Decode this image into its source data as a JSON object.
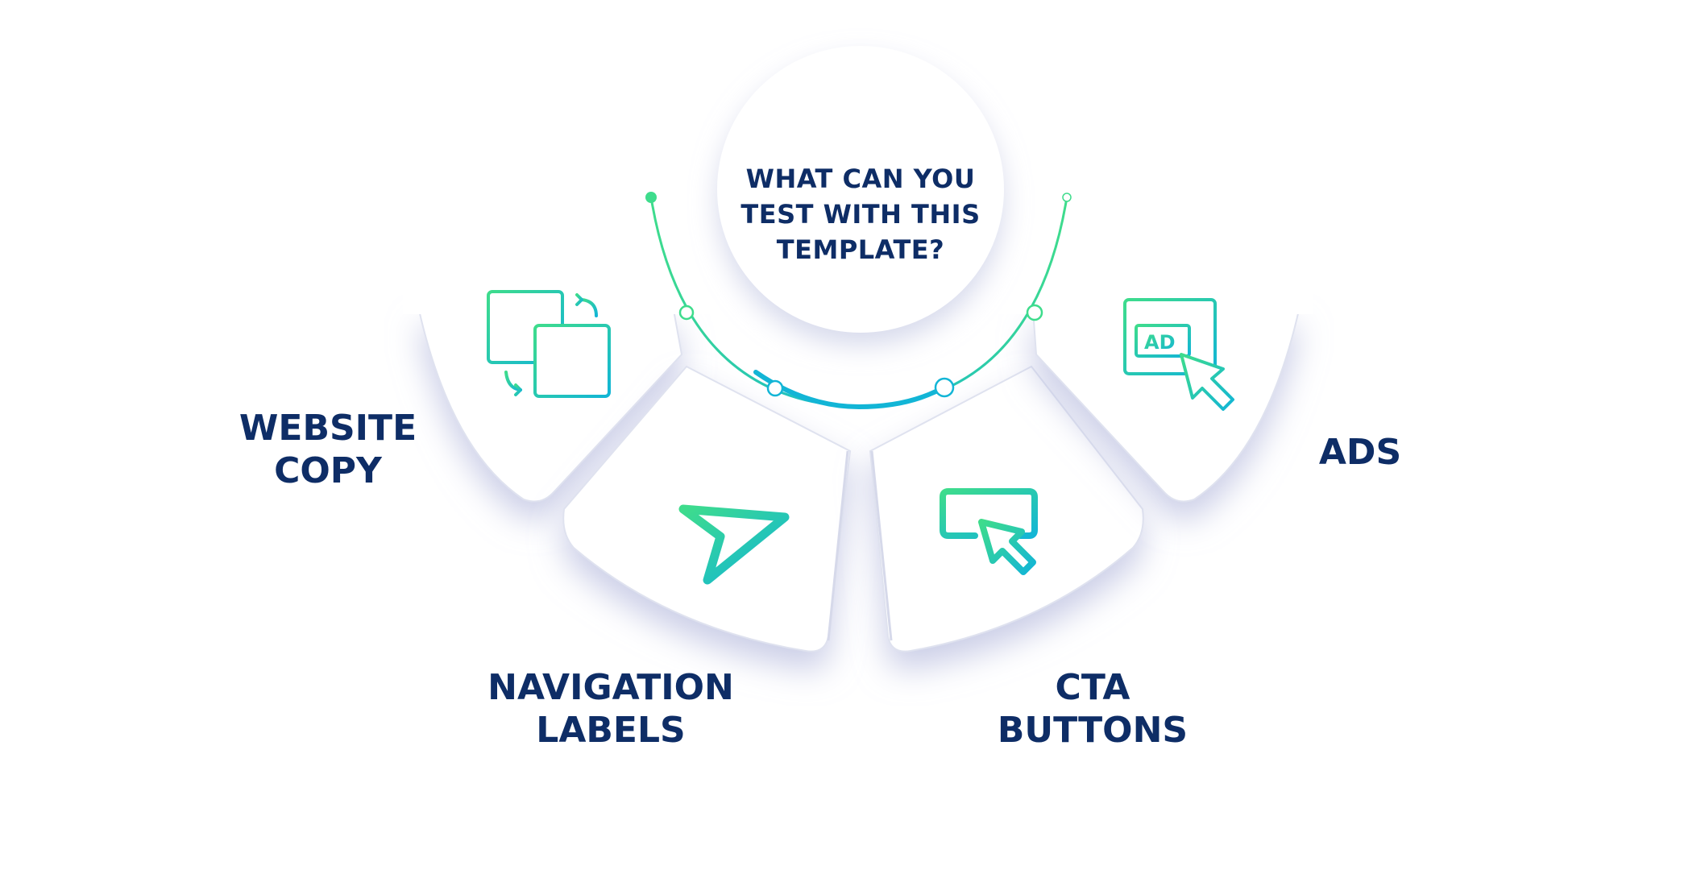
{
  "center": {
    "question_lines": [
      "WHAT CAN YOU",
      "TEST WITH THIS",
      "TEMPLATE?"
    ]
  },
  "segments": [
    {
      "label_lines": [
        "WEBSITE",
        "COPY"
      ],
      "icon": "browser-windows-sync-icon"
    },
    {
      "label_lines": [
        "NAVIGATION",
        "LABELS"
      ],
      "icon": "navigation-arrow-icon"
    },
    {
      "label_lines": [
        "CTA",
        "BUTTONS"
      ],
      "icon": "button-click-icon"
    },
    {
      "label_lines": [
        "ADS"
      ],
      "icon": "ad-click-icon"
    }
  ],
  "colors": {
    "label_text": "#0e2d66",
    "gradient_start": "#3edc8c",
    "gradient_end": "#12b5d6",
    "segment_fill": "#ffffff",
    "shadow": "#c9cde6"
  }
}
